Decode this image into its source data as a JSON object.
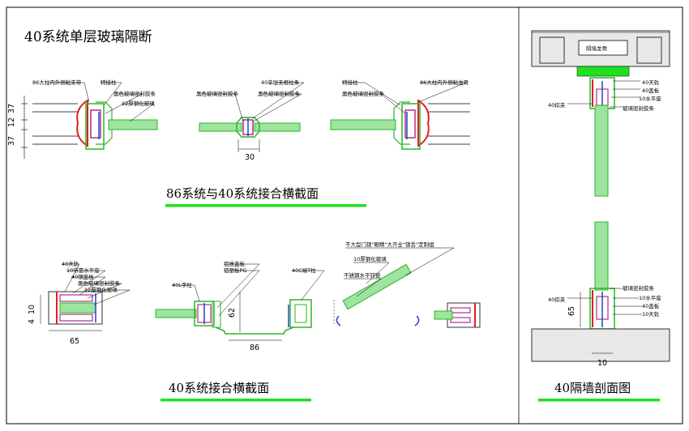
{
  "main_title": "40系统单层玻璃隔断",
  "section_titles": {
    "joint_86_40": "86系统与40系统接合横截面",
    "joint_40": "40系统接合横截面",
    "wall_section": "40隔墙剖面图"
  },
  "colors": {
    "underline": "#20e020",
    "profile": "#2ab52a",
    "glass": "#9ee39e",
    "gasket": "#b0308a",
    "accent_red": "#e02020",
    "accent_blue": "#2040d0"
  },
  "labels_top_left": {
    "a": "86大柱内外侧粘夹带",
    "b": "特接柱",
    "c": "黑色玻璃密封胶条",
    "d": "12厚钢化玻璃"
  },
  "labels_top_mid": {
    "a": "40单层无框柱条",
    "b": "黑色玻璃密封胶条",
    "c": "黑色玻璃密封胶条"
  },
  "labels_top_right": {
    "a": "特接柱",
    "b": "86大柱内外侧粘龙骨",
    "c": "黑色玻璃密封胶条"
  },
  "labels_wall_top": {
    "ceiling_keel": "隔墙龙骨",
    "a": "40天轨",
    "b": "40盖板",
    "c": "10水平座",
    "d": "玻璃密封胶条",
    "clip": "40扣夹"
  },
  "labels_wall_bottom": {
    "a": "玻璃密封胶条",
    "b": "10水平座",
    "c": "40盖板",
    "d": "10天轨",
    "clip": "40扣夹"
  },
  "labels_bottom_left": {
    "a": "40天轨",
    "b": "10带靠水平座",
    "c": "40钢盖板",
    "d": "黑色玻璃密封胶条",
    "e": "12厚钢化玻璃"
  },
  "labels_bottom_mid": {
    "a": "40L字柱",
    "b": "铝质盖板",
    "c": "铝塑板PG",
    "d": "40C端T柱"
  },
  "labels_bottom_right": {
    "a": "不大型门锁\"眼睛\"大齐全\"锁舌\"定制组",
    "b": "10厚钢化玻璃",
    "c": "不锈钢水平铰链"
  },
  "dims": {
    "d37a": "37",
    "d12": "12",
    "d37b": "37",
    "d30": "30",
    "d86": "86",
    "d62": "62",
    "d65": "65",
    "d10": "10",
    "d4": "4",
    "d65w": "65",
    "d10w": "10"
  }
}
